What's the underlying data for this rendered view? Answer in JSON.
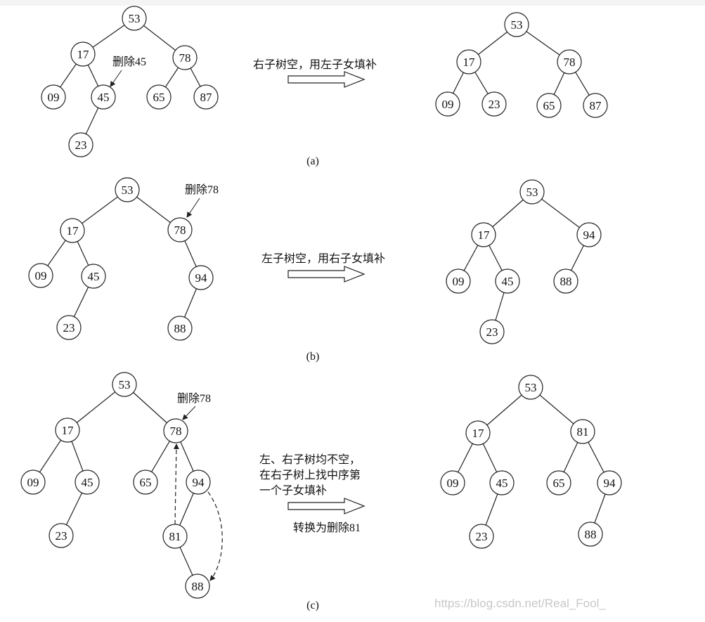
{
  "panels": [
    {
      "caption": "(a)",
      "left_nodes": [
        "53",
        "17",
        "78",
        "09",
        "45",
        "65",
        "87",
        "23"
      ],
      "left_note": "删除45",
      "transform_lines": [
        "右子树空，用左子女填补"
      ],
      "right_nodes": [
        "53",
        "17",
        "78",
        "09",
        "23",
        "65",
        "87"
      ]
    },
    {
      "caption": "(b)",
      "left_nodes": [
        "53",
        "17",
        "78",
        "09",
        "45",
        "94",
        "23",
        "88"
      ],
      "left_note": "删除78",
      "transform_lines": [
        "左子树空，用右子女填补"
      ],
      "right_nodes": [
        "53",
        "17",
        "94",
        "09",
        "45",
        "88",
        "23"
      ]
    },
    {
      "caption": "(c)",
      "left_nodes": [
        "53",
        "17",
        "78",
        "09",
        "45",
        "65",
        "94",
        "23",
        "81",
        "88"
      ],
      "left_note": "删除78",
      "transform_lines": [
        "左、右子树均不空，",
        "在右子树上找中序第",
        "一个子女填补"
      ],
      "transform_sub": "转换为删除81",
      "right_nodes": [
        "53",
        "17",
        "81",
        "09",
        "45",
        "65",
        "94",
        "23",
        "88"
      ]
    }
  ],
  "watermark": "https://blog.csdn.net/Real_Fool_"
}
